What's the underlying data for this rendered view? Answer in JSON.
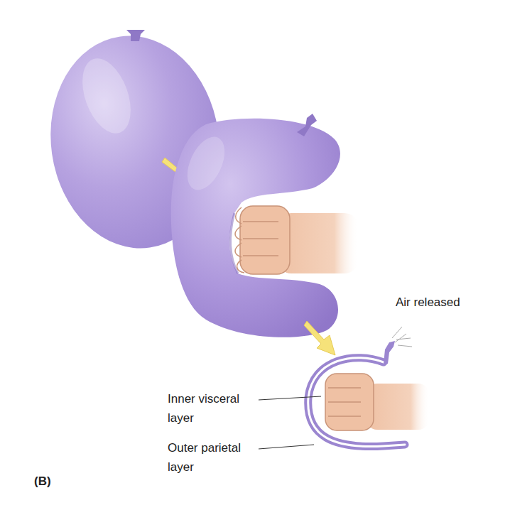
{
  "diagram": {
    "labels": [
      "Air released",
      "Inner visceral layer",
      "Outer parietal layer",
      "(B)"
    ]
  }
}
